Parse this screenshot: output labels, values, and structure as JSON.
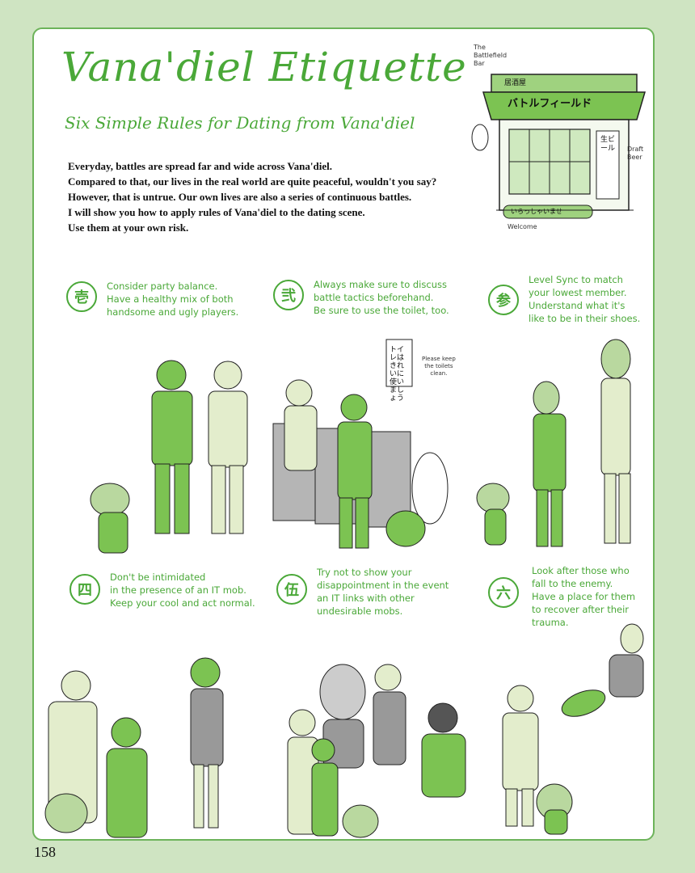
{
  "title": "Vana'diel Etiquette",
  "subtitle": "Six Simple Rules for Dating from Vana'diel",
  "intro": [
    "Everyday, battles are spread far and wide across Vana'diel.",
    "Compared to that, our lives in the real world are quite peaceful, wouldn't you say?",
    "However, that is untrue.  Our own lives are also a series of continuous battles.",
    "I will show you how to apply rules of Vana'diel to the dating scene.",
    "Use them at your own risk."
  ],
  "bar": {
    "label_battlefield": [
      "The",
      "Battlefield",
      "Bar"
    ],
    "label_draft": [
      "Draft",
      "Beer"
    ],
    "label_welcome": "Welcome",
    "sign_top": "居酒屋",
    "sign_main": "バトルフィールド",
    "sign_side": "生ビール",
    "sign_welcome": "いらっしゃいませ"
  },
  "rules": [
    {
      "num": "壱",
      "lines": [
        "Consider party balance.",
        "Have a healthy mix of both",
        "handsome and ugly players."
      ]
    },
    {
      "num": "弐",
      "lines": [
        "Always make sure to discuss",
        "battle tactics beforehand.",
        "Be sure to use the toilet, too."
      ]
    },
    {
      "num": "参",
      "lines": [
        "Level Sync to match",
        "your lowest member.",
        "Understand what it's",
        "like to be in their shoes."
      ]
    },
    {
      "num": "四",
      "lines": [
        "Don't be intimidated",
        "in the presence of an IT mob.",
        "Keep your cool and act normal."
      ]
    },
    {
      "num": "伍",
      "lines": [
        "Try not to show your",
        "disappointment in the event",
        "an IT links with other",
        "undesirable mobs."
      ]
    },
    {
      "num": "六",
      "lines": [
        "Look after those who",
        "fall to the enemy.",
        "Have a place for them",
        "to recover after their",
        "trauma."
      ]
    }
  ],
  "toilet_sign": {
    "jp": "トイレはきれいに使いましょう",
    "note": [
      "Please keep",
      "the toilets",
      "clean."
    ]
  },
  "page_number": "158",
  "colors": {
    "accent": "#4aa838",
    "frame": "#6db35a",
    "background": "#cfe4c2"
  }
}
